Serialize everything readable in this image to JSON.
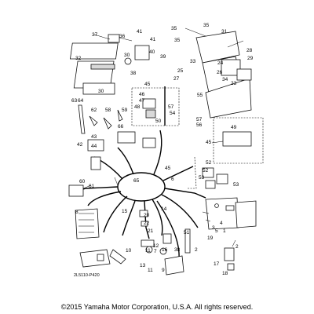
{
  "diagram": {
    "part_code": "2L5110-P420",
    "callouts": [
      "1",
      "2",
      "3",
      "4",
      "5",
      "6",
      "7",
      "8",
      "9",
      "10",
      "11",
      "12",
      "13",
      "14",
      "15",
      "16",
      "17",
      "18",
      "19",
      "20",
      "21",
      "22",
      "23",
      "24",
      "25",
      "26",
      "27",
      "28",
      "29",
      "30",
      "31",
      "32",
      "33",
      "34",
      "35",
      "36",
      "37",
      "38",
      "39",
      "40",
      "41",
      "42",
      "43",
      "44",
      "45",
      "46",
      "47",
      "48",
      "49",
      "50",
      "51",
      "52",
      "53",
      "54",
      "55",
      "56",
      "57",
      "58",
      "59",
      "60",
      "61",
      "62",
      "63",
      "64",
      "65",
      "66"
    ]
  },
  "footer": {
    "copyright": "©2015 Yamaha Motor Corporation, U.S.A. All rights reserved."
  }
}
